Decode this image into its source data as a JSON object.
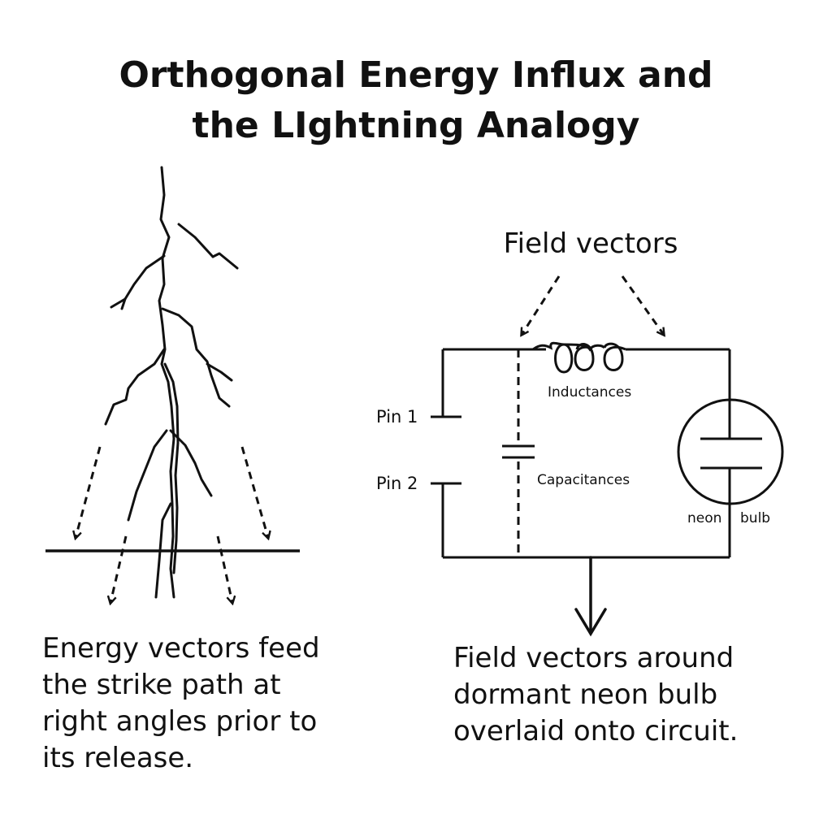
{
  "title": {
    "line1": "Orthogonal Energy Influx and",
    "line2": "the LIghtning Analogy"
  },
  "circuit": {
    "field_vectors_label": "Field vectors",
    "pin1": "Pin 1",
    "pin2": "Pin 2",
    "inductances": "Inductances",
    "capacitances": "Capacitances",
    "neon": "neon",
    "bulb": "bulb"
  },
  "captions": {
    "left": [
      "Energy vectors feed",
      "the strike path at",
      "right angles prior to",
      "its release."
    ],
    "right": [
      "Field vectors around",
      "dormant neon bulb",
      "overlaid onto circuit."
    ]
  }
}
